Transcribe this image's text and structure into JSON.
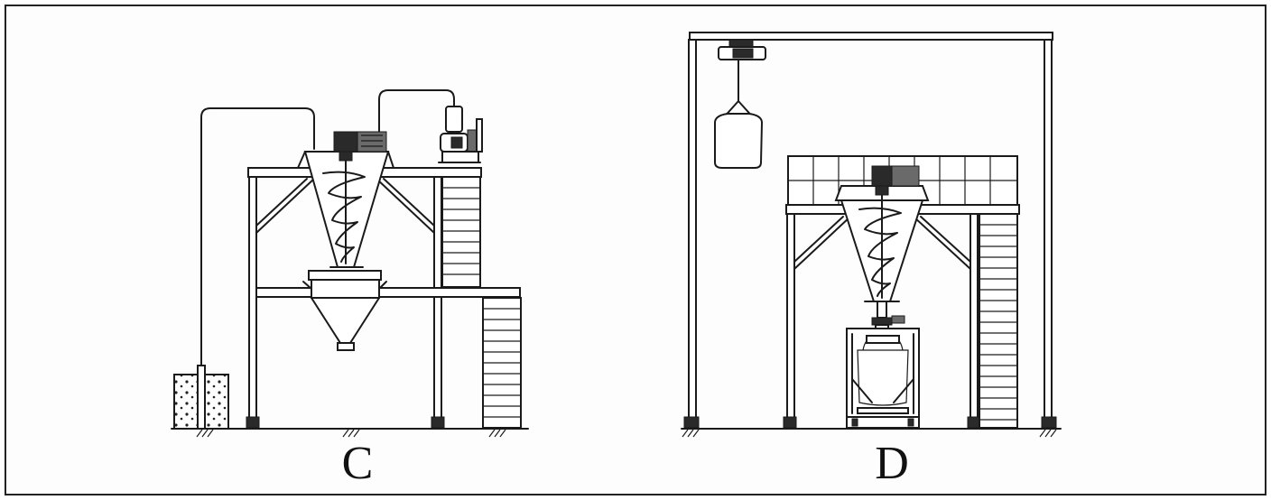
{
  "diagram": {
    "panels": [
      {
        "id": "C",
        "label": "C"
      },
      {
        "id": "D",
        "label": "D"
      }
    ]
  }
}
